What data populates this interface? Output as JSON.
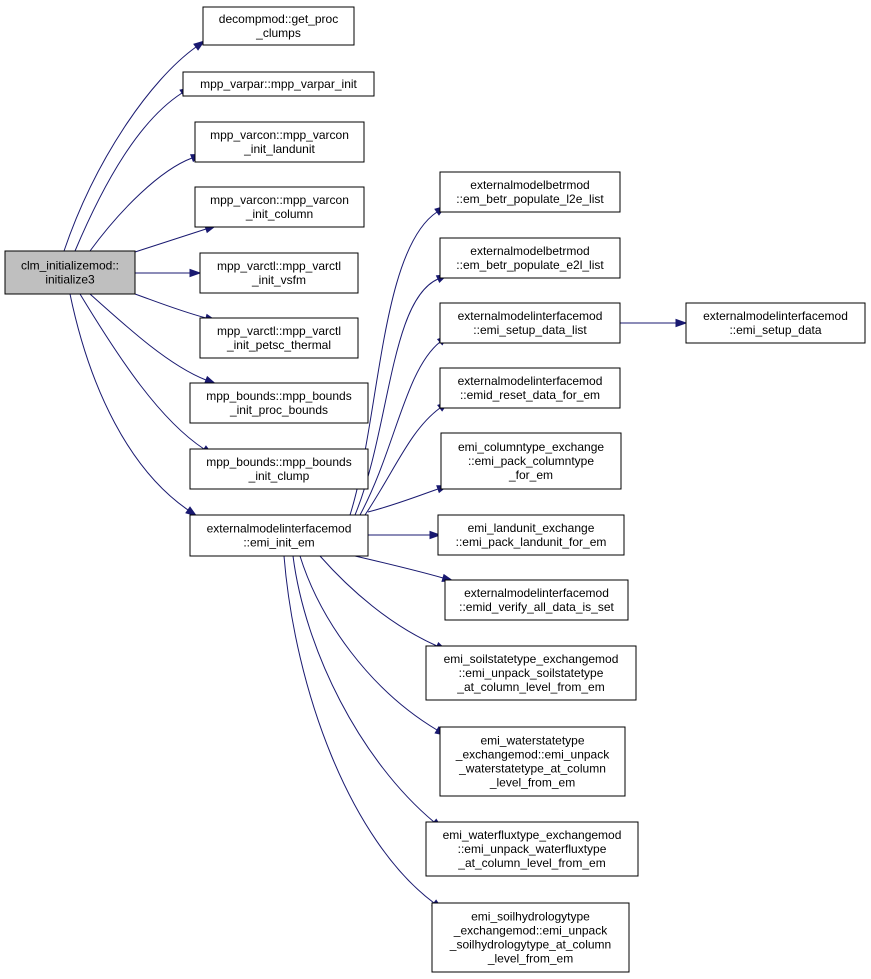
{
  "graph": {
    "nodes": [
      {
        "id": "n0",
        "name": "node-clm-initializemod-initialize3",
        "lines": [
          "clm_initializemod::",
          "initialize3"
        ],
        "root": true
      },
      {
        "id": "n1",
        "name": "node-decompmod-get-proc-clumps",
        "lines": [
          "decompmod::get_proc",
          "_clumps"
        ]
      },
      {
        "id": "n2",
        "name": "node-mpp-varpar-init",
        "lines": [
          "mpp_varpar::mpp_varpar_init"
        ]
      },
      {
        "id": "n3",
        "name": "node-mpp-varcon-init-landunit",
        "lines": [
          "mpp_varcon::mpp_varcon",
          "_init_landunit"
        ]
      },
      {
        "id": "n4",
        "name": "node-mpp-varcon-init-column",
        "lines": [
          "mpp_varcon::mpp_varcon",
          "_init_column"
        ]
      },
      {
        "id": "n5",
        "name": "node-mpp-varctl-init-vsfm",
        "lines": [
          "mpp_varctl::mpp_varctl",
          "_init_vsfm"
        ]
      },
      {
        "id": "n6",
        "name": "node-mpp-varctl-init-petsc-thermal",
        "lines": [
          "mpp_varctl::mpp_varctl",
          "_init_petsc_thermal"
        ]
      },
      {
        "id": "n7",
        "name": "node-mpp-bounds-init-proc-bounds",
        "lines": [
          "mpp_bounds::mpp_bounds",
          "_init_proc_bounds"
        ]
      },
      {
        "id": "n8",
        "name": "node-mpp-bounds-init-clump",
        "lines": [
          "mpp_bounds::mpp_bounds",
          "_init_clump"
        ]
      },
      {
        "id": "n9",
        "name": "node-emi-init-em",
        "lines": [
          "externalmodelinterfacemod",
          "::emi_init_em"
        ]
      },
      {
        "id": "n10",
        "name": "node-em-betr-populate-l2e-list",
        "lines": [
          "externalmodelbetrmod",
          "::em_betr_populate_l2e_list"
        ]
      },
      {
        "id": "n11",
        "name": "node-em-betr-populate-e2l-list",
        "lines": [
          "externalmodelbetrmod",
          "::em_betr_populate_e2l_list"
        ]
      },
      {
        "id": "n12",
        "name": "node-emi-setup-data-list",
        "lines": [
          "externalmodelinterfacemod",
          "::emi_setup_data_list"
        ]
      },
      {
        "id": "n13",
        "name": "node-emi-setup-data",
        "lines": [
          "externalmodelinterfacemod",
          "::emi_setup_data"
        ]
      },
      {
        "id": "n14",
        "name": "node-emid-reset-data-for-em",
        "lines": [
          "externalmodelinterfacemod",
          "::emid_reset_data_for_em"
        ]
      },
      {
        "id": "n15",
        "name": "node-emi-pack-columntype-for-em",
        "lines": [
          "emi_columntype_exchange",
          "::emi_pack_columntype",
          "_for_em"
        ]
      },
      {
        "id": "n16",
        "name": "node-emi-pack-landunit-for-em",
        "lines": [
          "emi_landunit_exchange",
          "::emi_pack_landunit_for_em"
        ]
      },
      {
        "id": "n17",
        "name": "node-emid-verify-all-data-is-set",
        "lines": [
          "externalmodelinterfacemod",
          "::emid_verify_all_data_is_set"
        ]
      },
      {
        "id": "n18",
        "name": "node-emi-unpack-soilstatetype",
        "lines": [
          "emi_soilstatetype_exchangemod",
          "::emi_unpack_soilstatetype",
          "_at_column_level_from_em"
        ]
      },
      {
        "id": "n19",
        "name": "node-emi-unpack-waterstatetype",
        "lines": [
          "emi_waterstatetype",
          "_exchangemod::emi_unpack",
          "_waterstatetype_at_column",
          "_level_from_em"
        ]
      },
      {
        "id": "n20",
        "name": "node-emi-unpack-waterfluxtype",
        "lines": [
          "emi_waterfluxtype_exchangemod",
          "::emi_unpack_waterfluxtype",
          "_at_column_level_from_em"
        ]
      },
      {
        "id": "n21",
        "name": "node-emi-unpack-soilhydrologytype",
        "lines": [
          "emi_soilhydrologytype",
          "_exchangemod::emi_unpack",
          "_soilhydrologytype_at_column",
          "_level_from_em"
        ]
      }
    ],
    "edges": [
      {
        "from": "n0",
        "to": "n1"
      },
      {
        "from": "n0",
        "to": "n2"
      },
      {
        "from": "n0",
        "to": "n3"
      },
      {
        "from": "n0",
        "to": "n4"
      },
      {
        "from": "n0",
        "to": "n5"
      },
      {
        "from": "n0",
        "to": "n6"
      },
      {
        "from": "n0",
        "to": "n7"
      },
      {
        "from": "n0",
        "to": "n8"
      },
      {
        "from": "n0",
        "to": "n9"
      },
      {
        "from": "n9",
        "to": "n10"
      },
      {
        "from": "n9",
        "to": "n11"
      },
      {
        "from": "n9",
        "to": "n12"
      },
      {
        "from": "n9",
        "to": "n14"
      },
      {
        "from": "n9",
        "to": "n15"
      },
      {
        "from": "n9",
        "to": "n16"
      },
      {
        "from": "n9",
        "to": "n17"
      },
      {
        "from": "n9",
        "to": "n18"
      },
      {
        "from": "n9",
        "to": "n19"
      },
      {
        "from": "n9",
        "to": "n20"
      },
      {
        "from": "n9",
        "to": "n21"
      },
      {
        "from": "n12",
        "to": "n13"
      }
    ]
  }
}
